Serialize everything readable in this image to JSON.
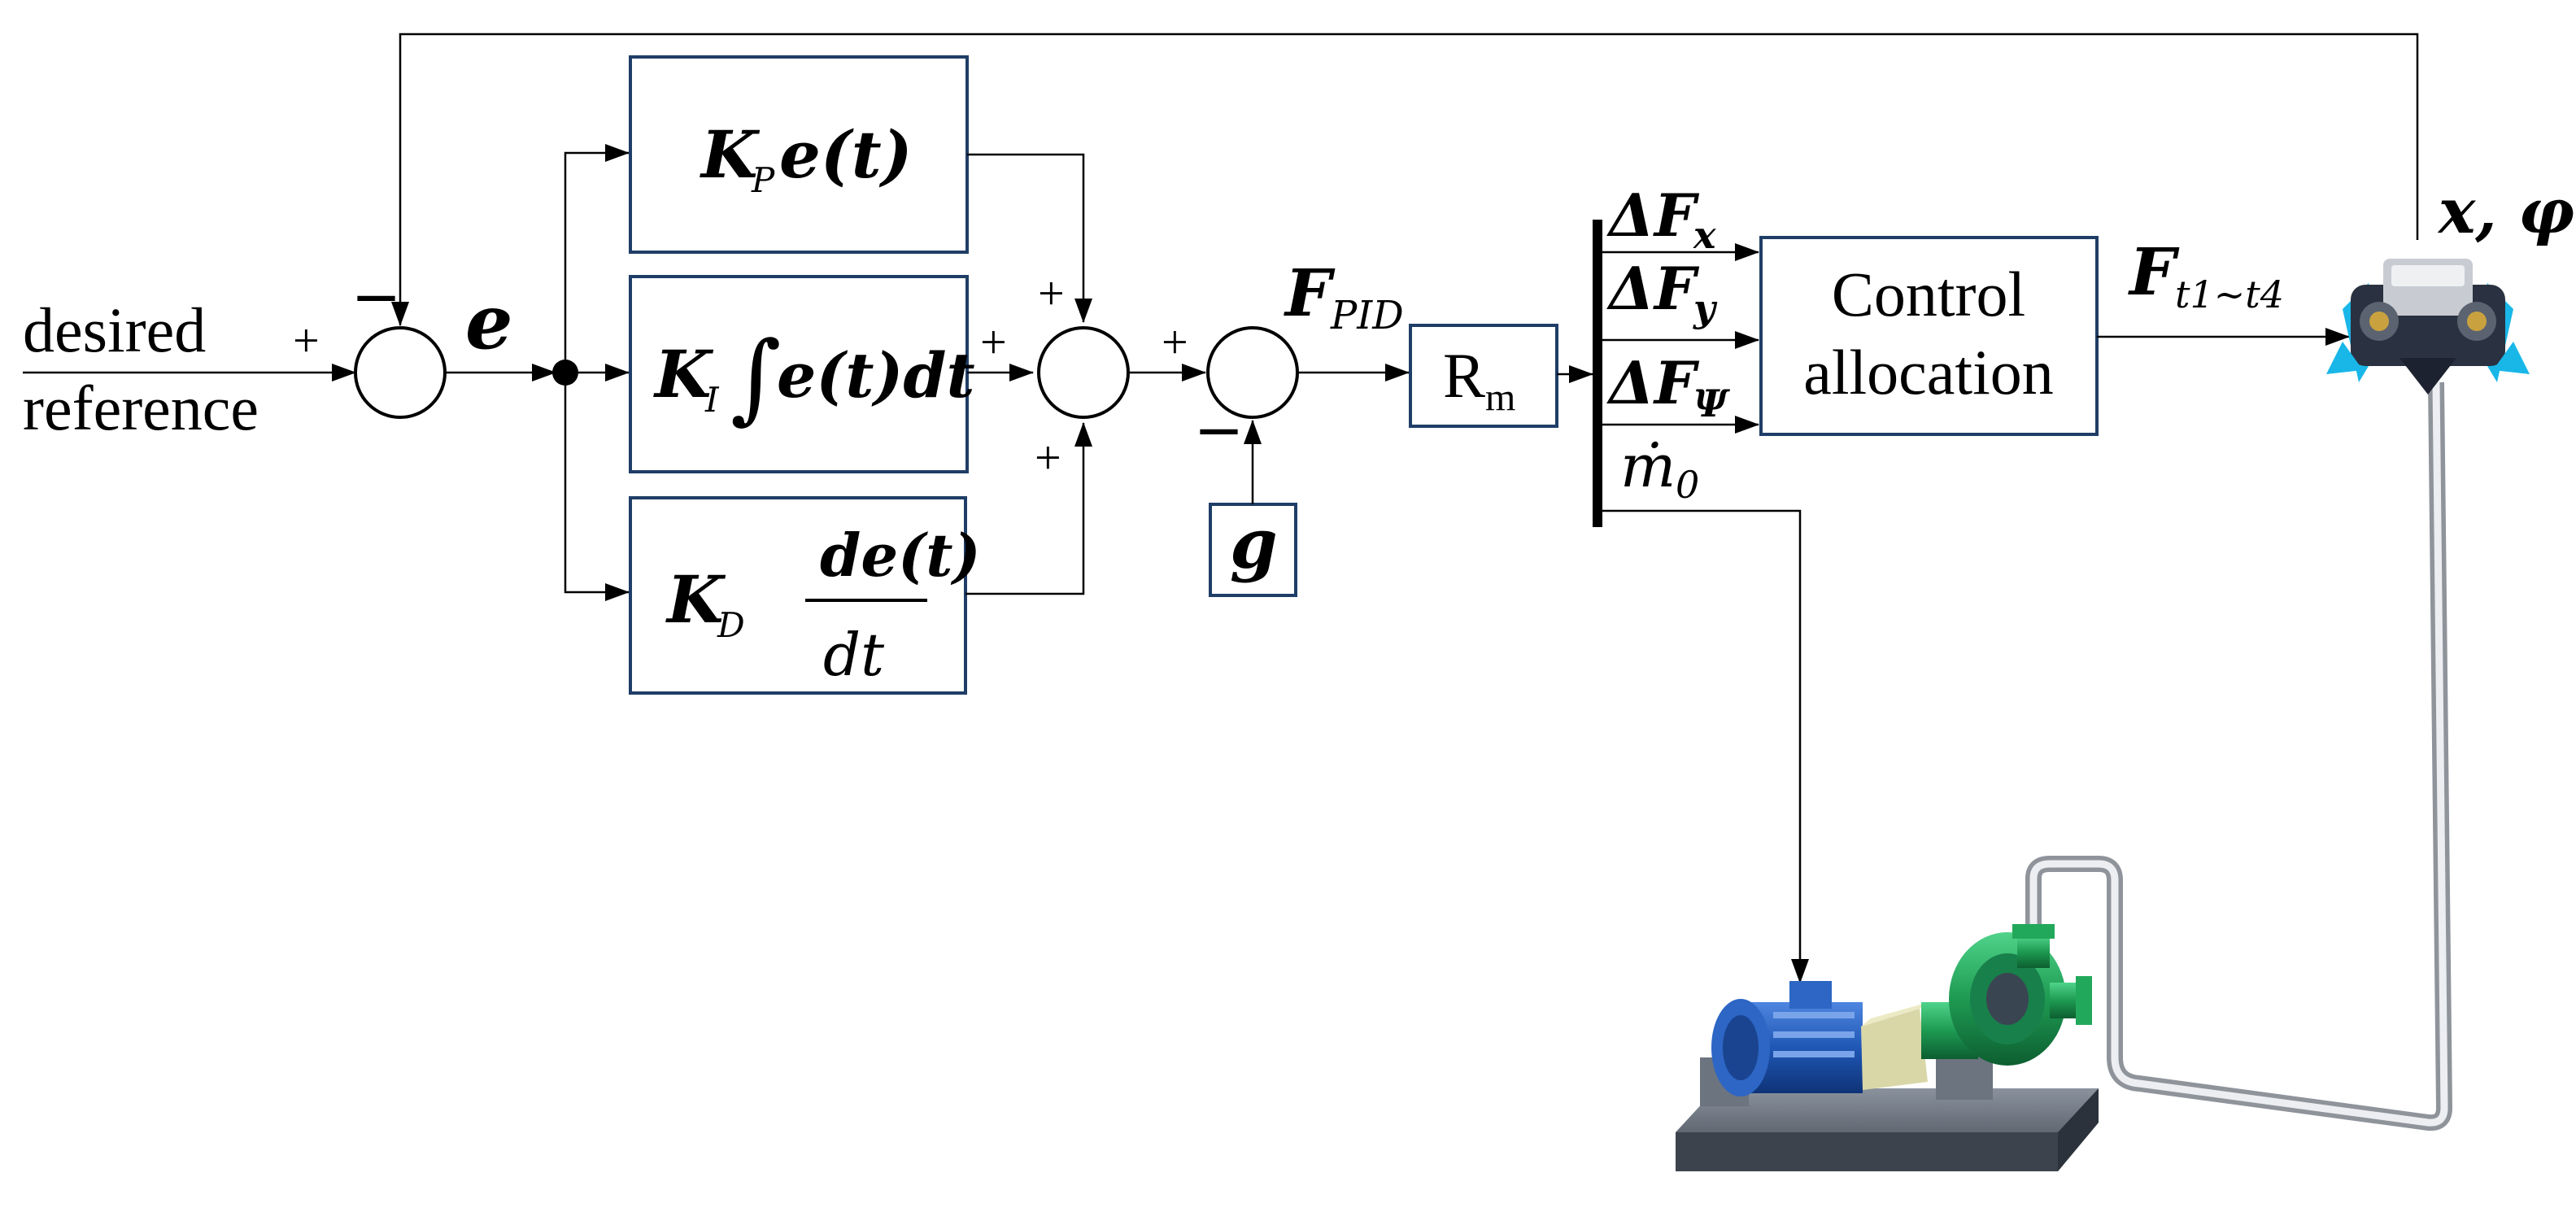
{
  "input": {
    "line1": "desired",
    "line2": "reference"
  },
  "signs": {
    "plus": "+",
    "minus": "–"
  },
  "error_symbol": "e",
  "blocks": {
    "proportional": {
      "k": "K",
      "sub": "P",
      "body": "e(t)"
    },
    "integral": {
      "k": "K",
      "sub": "I",
      "integral_sign": "∫",
      "body": "e(t)dt"
    },
    "derivative": {
      "k": "K",
      "sub": "D",
      "numerator": "de(t)",
      "denominator": "dt"
    }
  },
  "gravity": "g",
  "pid_output": {
    "main": "F",
    "sub": "PID"
  },
  "rm_block": {
    "main": "R",
    "sub": "m"
  },
  "outputs": [
    {
      "main": "ΔF",
      "sub": "x"
    },
    {
      "main": "ΔF",
      "sub": "y"
    },
    {
      "main": "ΔF",
      "sub": "Ψ"
    },
    {
      "main": "ṁ",
      "sub": "0"
    }
  ],
  "control_allocation": {
    "line1": "Control",
    "line2": "allocation"
  },
  "thrust": {
    "main": "F",
    "sub": "t1~t4"
  },
  "state": "x, φ",
  "colors": {
    "box_stroke": "#1f3e67",
    "motor_blue": "#1f57b5",
    "pump_green": "#1e9a52",
    "frame_gray": "#5b6370",
    "pipe": "#c9ccd1",
    "robot_cyan": "#19b7e8"
  }
}
